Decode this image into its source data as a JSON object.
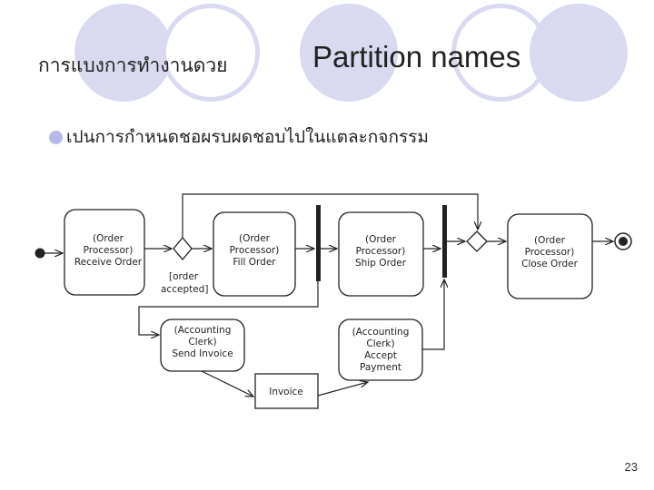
{
  "header": {
    "title_thai": "การแบงการทำงานดวย",
    "title_en": "Partition names"
  },
  "bullet": {
    "text": "เปนการกำหนดชอผรบผดชอบไปในแตละกจกรรม"
  },
  "diagram": {
    "nodes": {
      "receive_order": [
        "(Order",
        "Processor)",
        "Receive Order"
      ],
      "fill_order": [
        "(Order",
        "Processor)",
        "Fill Order"
      ],
      "ship_order": [
        "(Order",
        "Processor)",
        "Ship Order"
      ],
      "close_order": [
        "(Order",
        "Processor)",
        "Close Order"
      ],
      "send_invoice": [
        "(Accounting",
        "Clerk)",
        "Send Invoice"
      ],
      "accept_payment": [
        "(Accounting",
        "Clerk)",
        "Accept",
        "Payment"
      ],
      "invoice": [
        "Invoice"
      ]
    },
    "guard": [
      "[order",
      "accepted]"
    ]
  },
  "footer": {
    "page_number": "23"
  }
}
